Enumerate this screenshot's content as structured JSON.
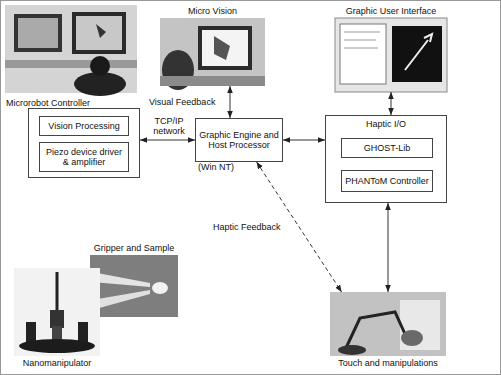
{
  "diagram": {
    "nodes": [
      {
        "text": [
          "Micro Vision"
        ]
      },
      {
        "text": [
          "Graphic User Interface"
        ]
      },
      {
        "text": [
          "Microrobot Controller"
        ]
      },
      {
        "text": [
          "Vision Processing"
        ],
        "in": 2
      },
      {
        "text": [
          "Piezo device driver & amplifier"
        ],
        "in": 2
      },
      {
        "text": [
          "Graphic Engine and Host Processor",
          "(Win NT)"
        ]
      },
      {
        "text": [
          "Haptic I/O"
        ]
      },
      {
        "text": [
          "GHOST-Lib"
        ],
        "in": 6
      },
      {
        "text": [
          "PHANToM Controller"
        ],
        "in": 6
      },
      {
        "text": [
          "Gripper and Sample"
        ]
      },
      {
        "text": [
          "Nanomanipulator"
        ]
      },
      {
        "text": [
          "Touch and manipulations"
        ]
      }
    ],
    "edges": [
      {
        "from": 2,
        "to": 5,
        "arrow": "both",
        "label": "TCP/IP network"
      },
      {
        "from": 0,
        "to": 5,
        "arrow": "both",
        "label": "Visual Feedback"
      },
      {
        "from": 1,
        "to": 6,
        "arrow": "both"
      },
      {
        "from": 5,
        "to": 6,
        "arrow": "both"
      },
      {
        "from": 5,
        "to": 11,
        "arrow": "both",
        "label": "Haptic Feedback"
      },
      {
        "from": 6,
        "to": 11,
        "arrow": "both"
      }
    ]
  }
}
